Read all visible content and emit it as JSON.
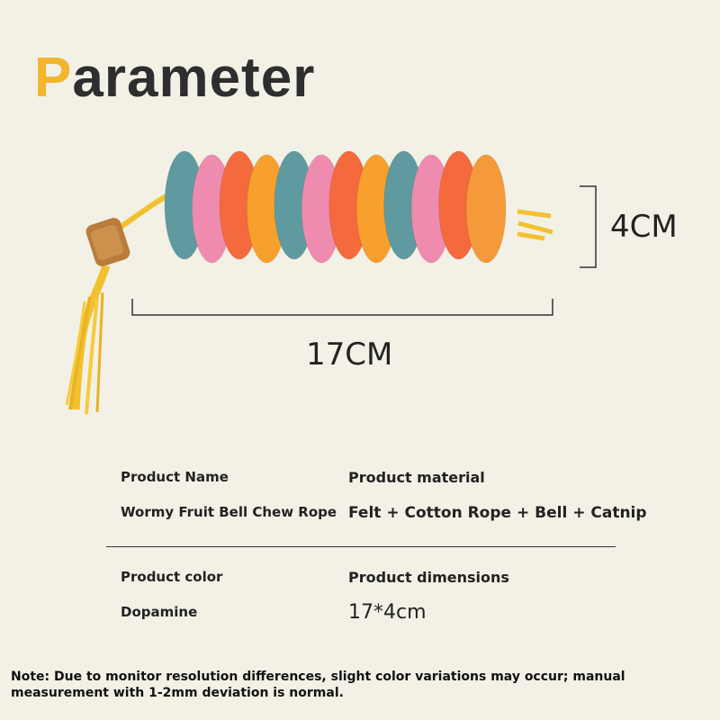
{
  "header": {
    "title_first_letter": "P",
    "title_rest": "arameter",
    "accent_color": "#f2b52b"
  },
  "dimensions": {
    "height_label": "4CM",
    "length_label": "17CM"
  },
  "specs": {
    "product_name_label": "Product Name",
    "product_name_value": "Wormy Fruit Bell Chew Rope",
    "material_label": "Product material",
    "material_value": "Felt + Cotton Rope + Bell + Catnip",
    "color_label": "Product color",
    "color_value": "Dopamine",
    "dimensions_label": "Product dimensions",
    "dimensions_value": "17*4cm"
  },
  "footer": {
    "note": "Note: Due to monitor resolution differences, slight color variations may occur; manual measurement with 1-2mm deviation is normal."
  },
  "disc_colors": [
    "#5f9aa0",
    "#f08bb0",
    "#f46a3c",
    "#f8a02e",
    "#5f9aa0",
    "#f08bb0",
    "#f46a3c",
    "#f8a02e",
    "#5f9aa0",
    "#f08bb0",
    "#f46a3c",
    "#f59a3a"
  ]
}
